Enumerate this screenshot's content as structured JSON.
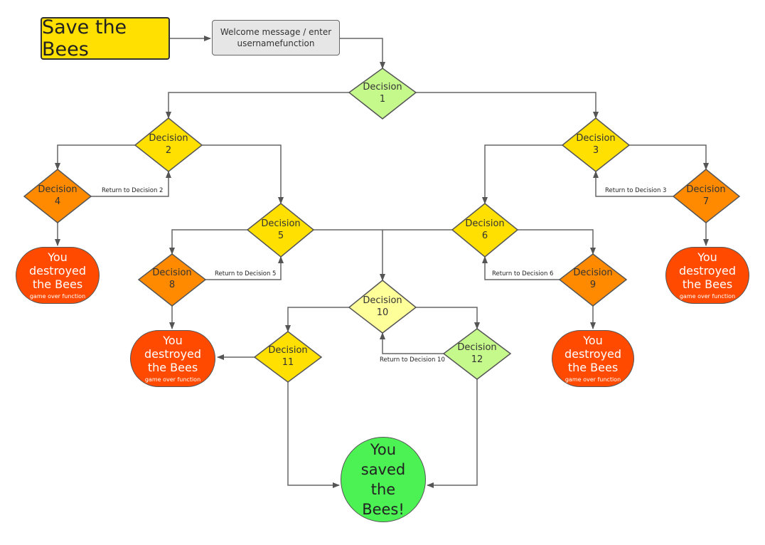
{
  "title": "Save the Bees",
  "welcome": "Welcome message / enter usernamefunction",
  "decisions": {
    "d1": {
      "word": "Decision",
      "num": "1"
    },
    "d2": {
      "word": "Decision",
      "num": "2"
    },
    "d3": {
      "word": "Decision",
      "num": "3"
    },
    "d4": {
      "word": "Decision",
      "num": "4"
    },
    "d5": {
      "word": "Decision",
      "num": "5"
    },
    "d6": {
      "word": "Decision",
      "num": "6"
    },
    "d7": {
      "word": "Decision",
      "num": "7"
    },
    "d8": {
      "word": "Decision",
      "num": "8"
    },
    "d9": {
      "word": "Decision",
      "num": "9"
    },
    "d10": {
      "word": "Decision",
      "num": "10"
    },
    "d11": {
      "word": "Decision",
      "num": "11"
    },
    "d12": {
      "word": "Decision",
      "num": "12"
    }
  },
  "game_over": {
    "main": "You destroyed the Bees",
    "sub": "game over function"
  },
  "win": "You saved the Bees!",
  "returns": {
    "r2": "Return to Decision 2",
    "r3": "Return to Decision 3",
    "r5": "Return to Decision 5",
    "r6": "Return to Decision 6",
    "r10": "Return to Decision 10"
  },
  "colors": {
    "green_light": "#c6f98c",
    "yellow": "#ffe000",
    "orange": "#ff8a00",
    "pale_yellow": "#ffff99",
    "red_orange": "#ff4a00",
    "bright_green": "#4cf154",
    "grey": "#e6e6e6"
  }
}
